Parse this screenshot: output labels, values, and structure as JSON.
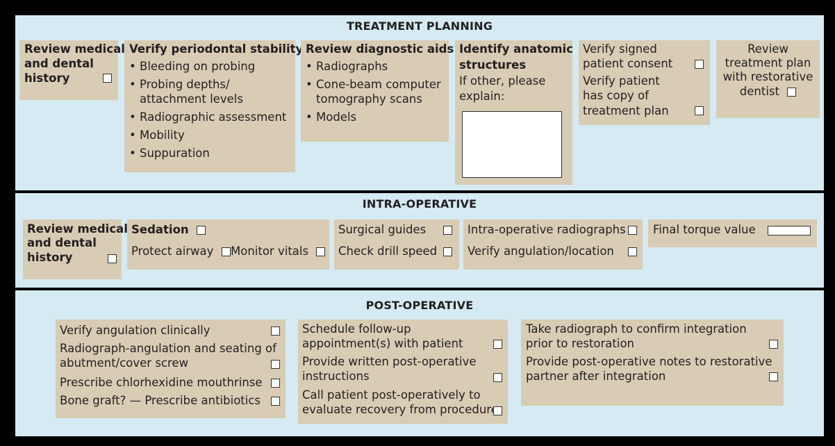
{
  "treatment_planning": {
    "title": "TREATMENT PLANNING",
    "review_history": {
      "line1": "Review medical",
      "line2": "and dental",
      "line3": "history"
    },
    "periodontal": {
      "title": "Verify periodontal stability",
      "items": [
        {
          "lines": [
            "Bleeding on probing"
          ]
        },
        {
          "lines": [
            "Probing depths/",
            "attachment levels"
          ]
        },
        {
          "lines": [
            "Radiographic assessment"
          ]
        },
        {
          "lines": [
            "Mobility"
          ]
        },
        {
          "lines": [
            "Suppuration"
          ]
        }
      ]
    },
    "diagnostic": {
      "title": "Review diagnostic aids",
      "items": [
        {
          "lines": [
            "Radiographs"
          ]
        },
        {
          "lines": [
            "Cone-beam computer",
            "tomography scans"
          ]
        },
        {
          "lines": [
            "Models"
          ]
        }
      ]
    },
    "anatomic": {
      "line1": "Identify anatomic",
      "line2": "structures",
      "line3": "If other, please",
      "line4": "explain:"
    },
    "consent": {
      "line1": "Verify signed",
      "line2": "patient consent",
      "line3": "Verify patient",
      "line4": "has copy of",
      "line5": "treatment plan"
    },
    "review_plan": {
      "line1": "Review",
      "line2": "treatment plan",
      "line3": "with restorative",
      "line4": "dentist"
    }
  },
  "intra_operative": {
    "title": "INTRA-OPERATIVE",
    "review_history": {
      "line1": "Review medical",
      "line2": "and dental",
      "line3": "history"
    },
    "sedation": {
      "title": "Sedation",
      "protect_airway": "Protect airway",
      "monitor_vitals": "Monitor vitals"
    },
    "guides": {
      "surgical_guides": "Surgical guides",
      "drill_speed": "Check drill speed"
    },
    "radiographs": {
      "intra_radiographs": "Intra-operative radiographs",
      "angulation": "Verify angulation/location"
    },
    "torque": {
      "label": "Final torque value"
    }
  },
  "post_operative": {
    "title": "POST-OPERATIVE",
    "col1": {
      "a": "Verify angulation clinically",
      "b1": "Radiograph-angulation and seating of",
      "b2": "abutment/cover screw",
      "c": "Prescribe chlorhexidine mouthrinse",
      "d": "Bone graft? — Prescribe antibiotics"
    },
    "col2": {
      "a1": "Schedule follow-up",
      "a2": "appointment(s) with patient",
      "b1": "Provide written post-operative",
      "b2": "instructions",
      "c1": "Call patient post-operatively to",
      "c2": "evaluate recovery from procedure"
    },
    "col3": {
      "a1": "Take radiograph to confirm integration",
      "a2": "prior to restoration",
      "b1": "Provide post-operative notes to restorative",
      "b2": "partner after integration"
    }
  }
}
